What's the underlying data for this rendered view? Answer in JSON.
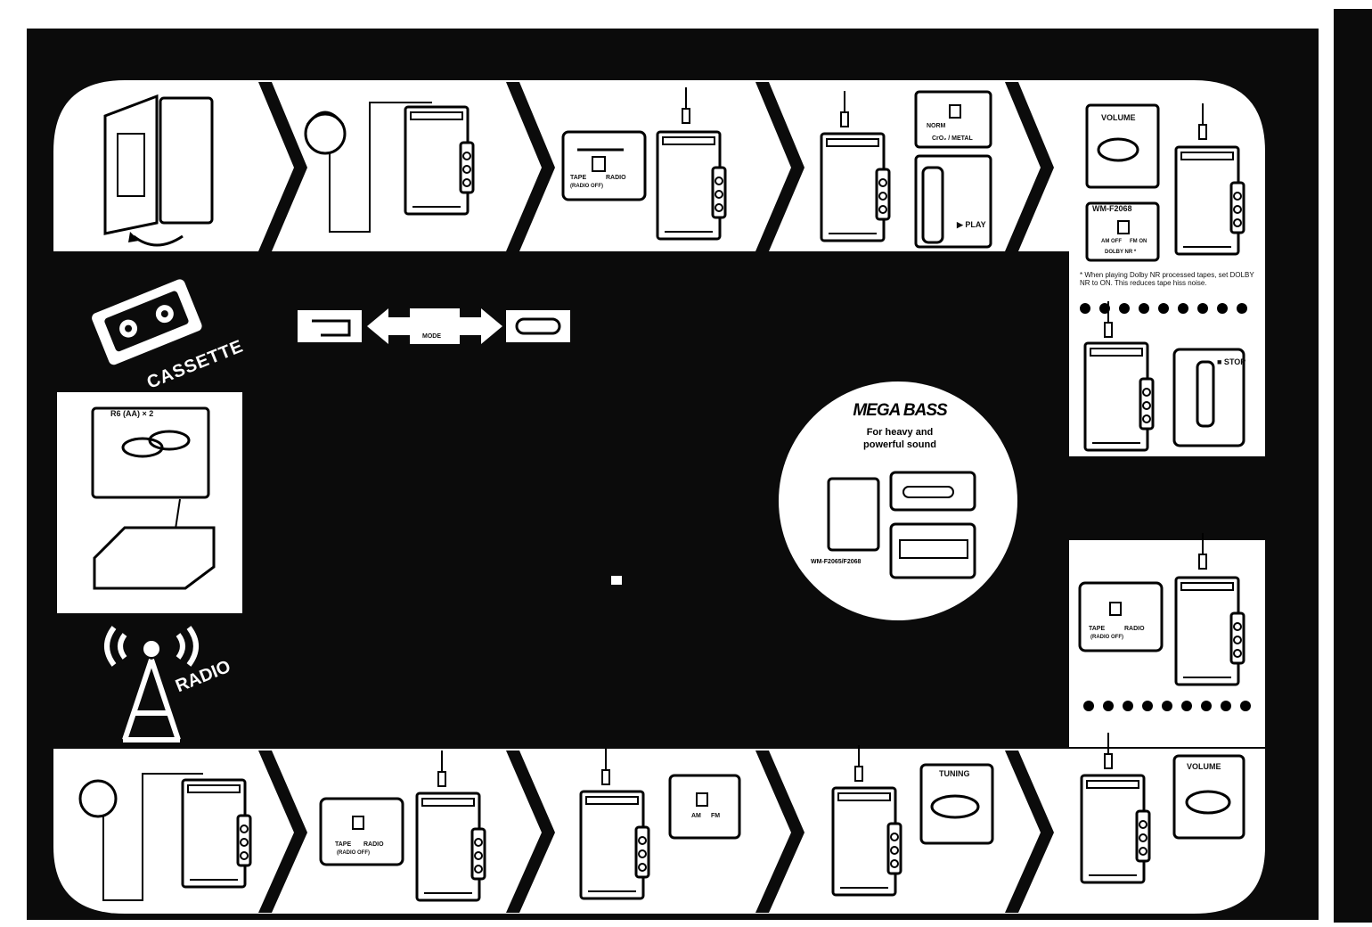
{
  "sections": {
    "cassette": "CASSETTE",
    "radio": "RADIO"
  },
  "battery": {
    "label": "R6 (AA) × 2"
  },
  "cassette_steps": {
    "tape_radio_switch": {
      "tape": "TAPE",
      "radio": "RADIO",
      "off": "(RADIO OFF)"
    },
    "tape_select": {
      "norm": "NORM",
      "metal": "CrO₂ / METAL"
    },
    "play": "▶ PLAY",
    "volume": "VOLUME",
    "model": "WM-F2068",
    "dolby": {
      "am_off": "AM OFF",
      "fm_on": "FM ON",
      "label": "DOLBY NR *"
    },
    "dolby_note": "* When playing Dolby NR processed tapes, set DOLBY NR to ON. This reduces tape hiss noise.",
    "stop": "■ STOP"
  },
  "mode": {
    "label": "MODE"
  },
  "mega_bass": {
    "title": "MEGA BASS",
    "subtitle_line1": "For heavy and",
    "subtitle_line2": "powerful sound",
    "models": "WM-F2065/F2068"
  },
  "radio_steps": {
    "tape_radio_switch": {
      "tape": "TAPE",
      "radio": "RADIO",
      "off": "(RADIO OFF)"
    },
    "band": {
      "am": "AM",
      "fm": "FM"
    },
    "tuning": "TUNING",
    "volume": "VOLUME"
  },
  "colors": {
    "ink": "#0b0b0b",
    "paper": "#ffffff"
  }
}
